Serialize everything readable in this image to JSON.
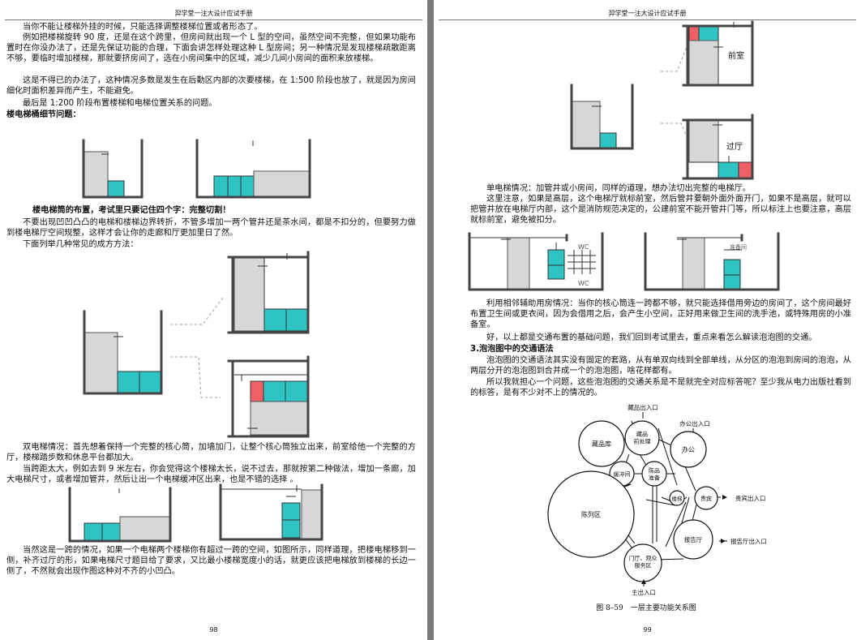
{
  "left_page": {
    "header": "羿学堂一注大设计应试手册",
    "page_number": "98",
    "p1": "当你不能让楼梯外挂的时候，只能选择调整楼梯位置或者形态了。",
    "p2": "例如把楼梯旋转 90 度，还是在这个跨里，但房间就出现一个 L 型的空间，虽然空间不完整，但如果功能布置时在你没办法了，还是先保证功能的合理，下面会讲怎样处理这种 L 型房间；另一种情况是发现楼梯疏散距离不够，要临时增加楼梯，那就要挤房间了，选在小房间集中的区域，减少几间小房间的面积来放楼梯。",
    "p3": "这是不得已的办法了，这种情况多数是发生在后勤区内部的次要楼梯，在 1:500 阶段也放了，就是因为房间细化时面积差异而产生，不能避免。",
    "p4": "最后是 1:200 阶段布置楼梯和电梯位置关系的问题。",
    "h1": "楼电梯桶细节问题：",
    "p5_bold": "楼电梯筒的布置，考试里只要记住四个字：完整切割！",
    "p6": "不要出现凹凹凸凸的电梯和楼梯边界转折，不管多增加一两个管井还是茶水间，都是不扣分的，但要努力做到楼电梯厅空间规整，这样才会让你的走廊和厅更加里日了然。",
    "p7": "下面列举几种常见的成方方法：",
    "p8": "双电梯情况：首先想着保持一个完整的核心筒，加墙加门，让整个核心筒独立出来，前室给他一个完整的方厅，楼梯踏步数和休息平台都加大。",
    "p9": "当跨距太大，例如去到 9 米左右，你会觉得这个楼梯太长，说不过去，那就按第二种做法，增加一条廊，加大电梯尺寸，或者增加管井，然后让出一个电梯缓冲区出来，也是不错的选择 。",
    "p10": "当然这是一跨的情况，如果一个电梯两个楼梯你有超过一跨的空间，如图所示，同样道理，把楼电梯移到一侧，补齐过厅的形，如果电梯尺寸题目给了要求，又比最小楼梯宽度小的话，就更应该把电梯放到楼梯的长边一侧了，不然就会出现作图这种对不齐的小凹凸。"
  },
  "right_page": {
    "header": "羿学堂一注大设计应试手册",
    "page_number": "99",
    "label_front_room": "前室",
    "label_hall": "过厅",
    "label_wc": "WC",
    "label_shaft": "准备间",
    "p1": "单电梯情况：加管井或小房间，同样的道理，想办法切出完整的电梯厅。",
    "p2": "这里注意，如果是高层，这个电梯厅就标前室，然后管井要朝外面外面开门，如果不是高层，就可以把管井放在电梯厅内部，这个是消防规范决定的，公建前室不能开管井门等，所以标注上也要注意，高层就标前室，避免被扣分。",
    "p3": "利用相邻辅助用房情况：当你的核心筒连一跨都不够，就只能选择借用旁边的房间了，这个房间最好布置卫生间或更衣间，因为会借用之后，会产生小空间，正好用来做卫生间的洗手池，或特殊用房的小准备室。",
    "p4": "好，以上都是交通布置的基础问题，我们回到考试里去，重点来看怎么解读泡泡图的交通。",
    "h1": "3.泡泡图中的交通语法",
    "p5": "泡泡图的交通语法其实没有固定的套路，从有单双向线到全部单线，从分区的泡泡到房间的泡泡，从两层分开的泡泡图到合并成一个的泡泡图，啥花样都有。",
    "p6": "所以我就担心一个问题，这些泡泡图的交通关系是不是就完全对应标答呢？至少我从电力出版社看到的标答，是有不少对不上的情况的。",
    "bubble": {
      "entrance_goods": "藏品出入口",
      "entrance_office": "办公出入口",
      "entrance_vip": "贵宾出入口",
      "entrance_report": "报告厅出入口",
      "entrance_main": "主出入口",
      "storage": "藏品库",
      "processing": "藏品\n前处理",
      "office": "办公",
      "buffer": "缓冲间",
      "display_aux": "陈品\n准备",
      "exhibition": "陈列区",
      "lift": "楼梯",
      "vip_room": "贵宾",
      "lecture": "报告厅",
      "lobby": "门厅、观众\n服务区",
      "caption": "图 8–59　一层主要功能关系图"
    }
  },
  "colors": {
    "cyan": "#2ec4c4",
    "red": "#ee5f66",
    "gray_fill": "#d7d7d7"
  }
}
